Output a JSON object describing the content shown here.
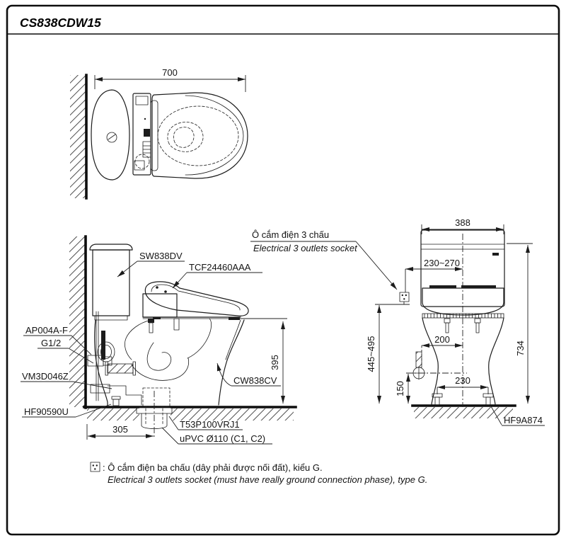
{
  "title": "CS838CDW15",
  "colors": {
    "line": "#1c1c1c",
    "text": "#141414",
    "background": "#ffffff"
  },
  "top_view": {
    "dim_width": "700"
  },
  "side_view": {
    "dim_height": "395",
    "dim_depth": "305",
    "labels": {
      "tank": "SW838DV",
      "washlet": "TCF24460AAA",
      "stop_valve": "AP004A-F",
      "thread": "G1/2",
      "supply_hose": "VM3D046Z",
      "floor_fixing": "HF90590U",
      "bowl": "CW838CV",
      "drain_socket": "T53P100VRJ1",
      "drain_pipe": "uPVC Ø110 (C1, C2)"
    }
  },
  "front_view": {
    "dim_width": "388",
    "dim_socket_offset": "230~270",
    "dim_total_height": "734",
    "dim_socket_height": "445~495",
    "dim_supply_offset": "200",
    "dim_supply_height": "150",
    "dim_bolt_spacing": "230",
    "labels": {
      "bolt_cap": "HF9A874"
    }
  },
  "socket_callout": {
    "vi": "Ô cắm điện 3 chấu",
    "en": "Electrical 3 outlets socket"
  },
  "legend": {
    "vi": ": Ô cắm điện ba chấu (dây phải được nối đất), kiểu G.",
    "en": "Electrical 3 outlets socket (must have really ground connection phase), type G."
  }
}
